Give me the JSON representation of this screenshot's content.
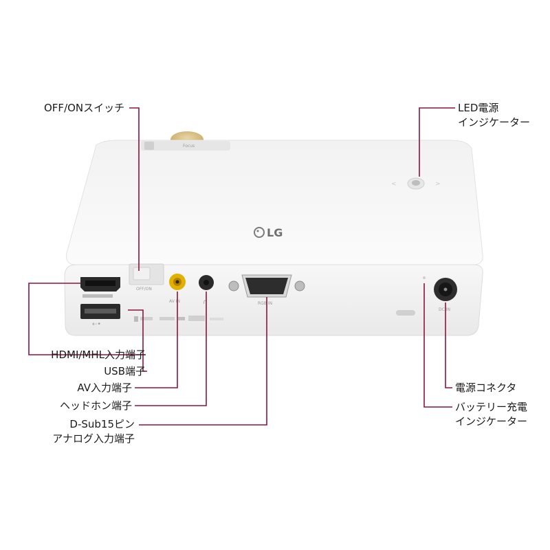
{
  "colors": {
    "leader_line": "#8a1538",
    "body": "#f4f4f4",
    "text": "#1a1a1a"
  },
  "product": {
    "logo_text": "LG",
    "knob_text": "Focus",
    "switch_text": "OFF/ON",
    "av_text": "AV IN",
    "rgb_text": "RGB IN",
    "dc_text": "DC IN"
  },
  "callouts": {
    "off_on_switch": "OFF/ONスイッチ",
    "led_power_indicator": [
      "LED電源",
      "インジケーター"
    ],
    "hdmi_mhl_port": "HDMI/MHL入力端子",
    "usb_port": "USB端子",
    "av_port": "AV入力端子",
    "headphone_port": "ヘッドホン端子",
    "dsub15_port": [
      "D-Sub15ピン",
      "アナログ入力端子"
    ],
    "power_connector": "電源コネクタ",
    "battery_indicator": [
      "バッテリー充電",
      "インジケーター"
    ]
  }
}
